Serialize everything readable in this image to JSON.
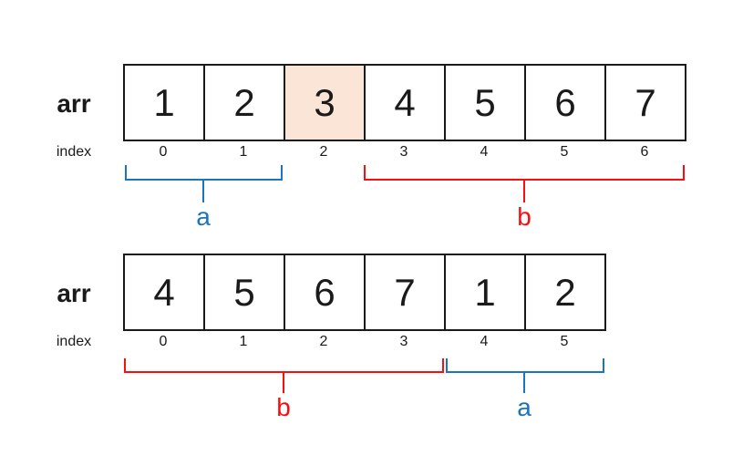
{
  "colors": {
    "blue": "#1b75bc",
    "red": "#fb0d10",
    "highlight": "#fbe5d6",
    "line": "#1a1a1a"
  },
  "top_diagram": {
    "array_label": "arr",
    "index_label": "index",
    "cells": [
      "1",
      "2",
      "3",
      "4",
      "5",
      "6",
      "7"
    ],
    "highlighted_cell_index": 2,
    "indices": [
      "0",
      "1",
      "2",
      "3",
      "4",
      "5",
      "6"
    ],
    "brackets": [
      {
        "label": "a",
        "color": "blue",
        "from_index": 0,
        "to_index": 1
      },
      {
        "label": "b",
        "color": "red",
        "from_index": 3,
        "to_index": 6
      }
    ]
  },
  "bottom_diagram": {
    "array_label": "arr",
    "index_label": "index",
    "cells": [
      "4",
      "5",
      "6",
      "7",
      "1",
      "2"
    ],
    "indices": [
      "0",
      "1",
      "2",
      "3",
      "4",
      "5"
    ],
    "brackets": [
      {
        "label": "b",
        "color": "red",
        "from_index": 0,
        "to_index": 3
      },
      {
        "label": "a",
        "color": "blue",
        "from_index": 4,
        "to_index": 5
      }
    ]
  }
}
